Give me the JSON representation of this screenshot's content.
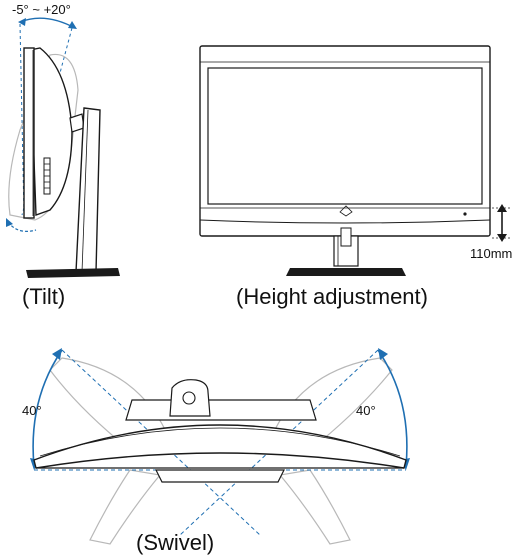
{
  "tilt": {
    "range_label": "-5° ~ +20°",
    "caption": "(Tilt)"
  },
  "height": {
    "measure_label": "110mm",
    "caption": "(Height adjustment)"
  },
  "swivel": {
    "left_angle": "40°",
    "right_angle": "40°",
    "caption": "(Swivel)"
  },
  "colors": {
    "line": "#1a1a1a",
    "ghost": "#b8b8b8",
    "accent": "#1f6fb2",
    "arrow_fill": "#ffffff"
  }
}
